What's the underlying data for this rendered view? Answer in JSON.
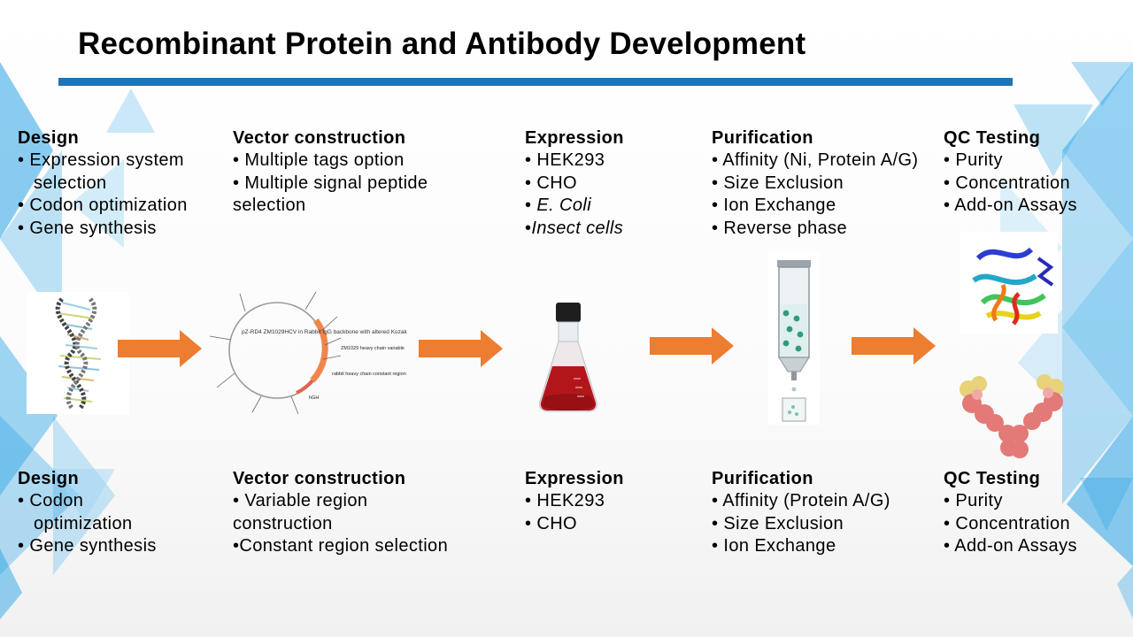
{
  "slide": {
    "title": "Recombinant Protein and Antibody Development"
  },
  "protein_row": {
    "design": {
      "heading": "Design",
      "items": [
        "• Expression system",
        "selection",
        "• Codon optimization",
        "• Gene synthesis"
      ]
    },
    "vector": {
      "heading": "Vector construction",
      "items": [
        "• Multiple tags option",
        "• Multiple signal peptide",
        "selection"
      ]
    },
    "expression": {
      "heading": "Expression",
      "items": [
        "• HEK293",
        "• CHO",
        "• ",
        "E. Coli",
        "•",
        "Insect cells"
      ]
    },
    "purification": {
      "heading": "Purification",
      "items": [
        "• Affinity (Ni, Protein A/G)",
        "• Size Exclusion",
        "• Ion Exchange",
        "• Reverse phase"
      ]
    },
    "qc": {
      "heading": "QC Testing",
      "items": [
        "• Purity",
        "• Concentration",
        "• Add-on Assays"
      ]
    }
  },
  "antibody_row": {
    "design": {
      "heading": "Design",
      "items": [
        "• Codon",
        "optimization",
        "• Gene synthesis"
      ]
    },
    "vector": {
      "heading": "Vector construction",
      "items": [
        "• Variable region",
        "construction",
        "•Constant region selection"
      ]
    },
    "expression": {
      "heading": "Expression",
      "items": [
        "• HEK293",
        "• CHO"
      ]
    },
    "purification": {
      "heading": "Purification",
      "items": [
        "• Affinity (Protein A/G)",
        "• Size Exclusion",
        "• Ion Exchange"
      ]
    },
    "qc": {
      "heading": "QC Testing",
      "items": [
        "• Purity",
        "• Concentration",
        "• Add-on Assays"
      ]
    }
  },
  "plasmid_map": {
    "name": "pZ-RD4 ZM1029HCV in Rabbit IgG backbone with altered Kozak",
    "features": [
      "ZM1029 heavy chain variable",
      "rabbit heavy chain constant region",
      "hGH"
    ]
  },
  "colors": {
    "title_rule": "#1d75b5",
    "arrow": "#ed7d31",
    "triangle_blue": "#29a3e6",
    "triangle_light": "#9fd6f5"
  }
}
